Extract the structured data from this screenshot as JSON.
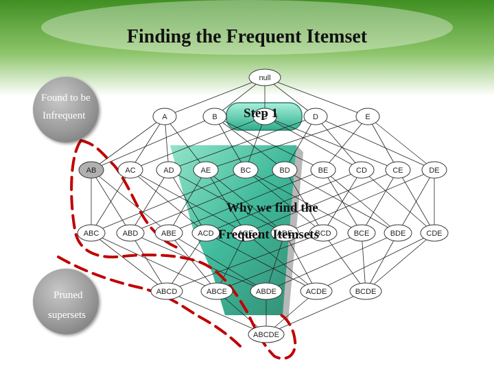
{
  "title": "Finding the Frequent Itemset",
  "callouts": {
    "infrequent_line1": "Found to be",
    "infrequent_line2": "Infrequent",
    "pruned_line1": "Pruned",
    "pruned_line2": "supersets"
  },
  "overlays": {
    "step": "Step 1",
    "why_line1": "Why we find the",
    "why_line2": "Frequent Itemsets"
  },
  "lattice": {
    "null": "null",
    "level1": [
      "A",
      "B",
      "C",
      "D",
      "E"
    ],
    "level2": [
      "AB",
      "AC",
      "AD",
      "AE",
      "BC",
      "BD",
      "BE",
      "CD",
      "CE",
      "DE"
    ],
    "level3": [
      "ABC",
      "ABD",
      "ABE",
      "ACD",
      "ACE",
      "ADE",
      "BCD",
      "BCE",
      "BDE",
      "CDE"
    ],
    "level4": [
      "ABCD",
      "ABCE",
      "ABDE",
      "ACDE",
      "BCDE"
    ],
    "level5": [
      "ABCDE"
    ]
  },
  "colors": {
    "node_fill": "#ffffff",
    "infrequent_fill": "#b0b0b0",
    "pruned_outline": "#c00000",
    "band_green": "#1fae8a",
    "header_green": "#5fa832"
  }
}
